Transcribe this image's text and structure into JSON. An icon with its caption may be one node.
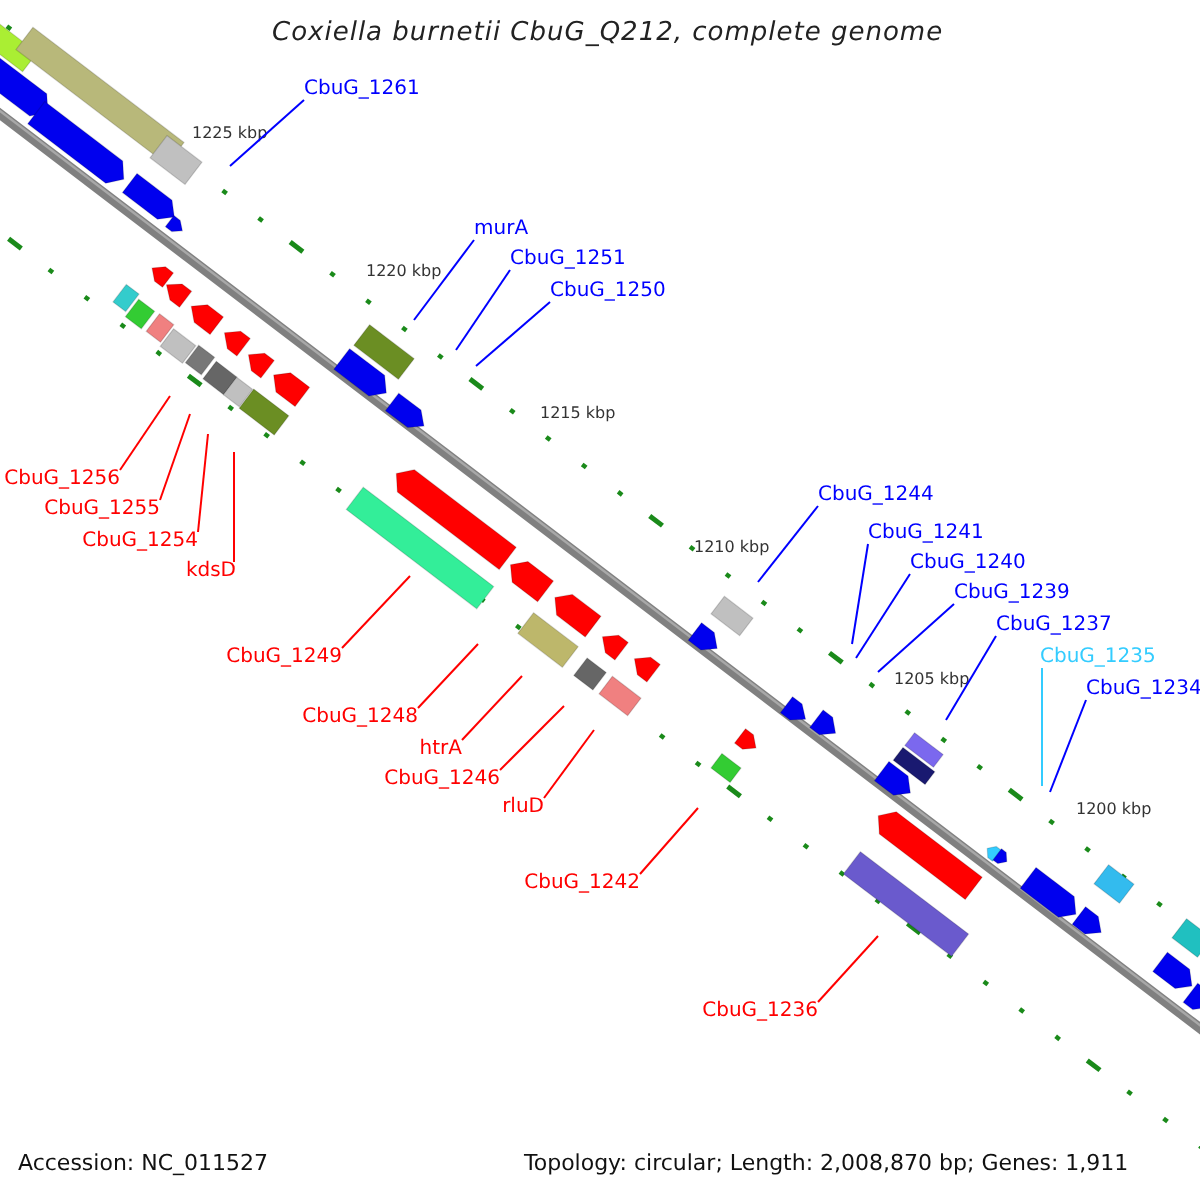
{
  "diagram": {
    "title": "Coxiella burnetii CbuG_Q212, complete genome",
    "nodes": [
      {
        "text": [
          "CbuG_1261"
        ]
      },
      {
        "text": [
          "murA"
        ]
      },
      {
        "text": [
          "CbuG_1251"
        ]
      },
      {
        "text": [
          "CbuG_1250"
        ]
      },
      {
        "text": [
          "CbuG_1256"
        ]
      },
      {
        "text": [
          "CbuG_1244"
        ]
      },
      {
        "text": [
          "CbuG_1255"
        ]
      },
      {
        "text": [
          "CbuG_1241"
        ]
      },
      {
        "text": [
          "CbuG_1254"
        ]
      },
      {
        "text": [
          "CbuG_1240"
        ]
      },
      {
        "text": [
          "kdsD"
        ]
      },
      {
        "text": [
          "CbuG_1239"
        ]
      },
      {
        "text": [
          "CbuG_1237"
        ]
      },
      {
        "text": [
          "CbuG_1249"
        ]
      },
      {
        "text": [
          "CbuG_1235"
        ]
      },
      {
        "text": [
          "CbuG_1234"
        ]
      },
      {
        "text": [
          "CbuG_1248"
        ]
      },
      {
        "text": [
          "htrA"
        ]
      },
      {
        "text": [
          "CbuG_1246"
        ]
      },
      {
        "text": [
          "rluD"
        ]
      },
      {
        "text": [
          "CbuG_1242"
        ]
      },
      {
        "text": [
          "CbuG_1236"
        ]
      }
    ],
    "edges": [
      {
        "from": 0,
        "to": null,
        "arrow": "none",
        "color": "#0000ff"
      },
      {
        "from": 1,
        "to": null,
        "arrow": "none",
        "color": "#0000ff"
      },
      {
        "from": 2,
        "to": null,
        "arrow": "none",
        "color": "#0000ff"
      },
      {
        "from": 3,
        "to": null,
        "arrow": "none",
        "color": "#0000ff"
      },
      {
        "from": 4,
        "to": null,
        "arrow": "none"
      },
      {
        "from": 5,
        "to": null,
        "arrow": "none",
        "color": "#0000ff"
      },
      {
        "from": 6,
        "to": null,
        "arrow": "none"
      },
      {
        "from": 7,
        "to": null,
        "arrow": "none",
        "color": "#0000ff"
      },
      {
        "from": 8,
        "to": null,
        "arrow": "none"
      },
      {
        "from": 9,
        "to": null,
        "arrow": "none",
        "color": "#0000ff"
      },
      {
        "from": 10,
        "to": null,
        "arrow": "none"
      },
      {
        "from": 11,
        "to": null,
        "arrow": "none",
        "color": "#0000ff"
      },
      {
        "from": 12,
        "to": null,
        "arrow": "none",
        "color": "#0000ff"
      },
      {
        "from": 13,
        "to": null,
        "arrow": "none"
      },
      {
        "from": 14,
        "to": null,
        "arrow": "none",
        "color": "#33ccff"
      },
      {
        "from": 15,
        "to": null,
        "arrow": "none",
        "color": "#0000ff"
      },
      {
        "from": 16,
        "to": null,
        "arrow": "none"
      },
      {
        "from": 17,
        "to": null,
        "arrow": "none"
      },
      {
        "from": 18,
        "to": null,
        "arrow": "none"
      },
      {
        "from": 19,
        "to": null,
        "arrow": "none"
      },
      {
        "from": 20,
        "to": null,
        "arrow": "none"
      },
      {
        "from": 21,
        "to": null,
        "arrow": "none"
      }
    ],
    "labels": [
      "1225 kbp",
      "1220 kbp",
      "1215 kbp",
      "1210 kbp",
      "1205 kbp",
      "1200 kbp",
      "Accession: NC_011527",
      "Topology: circular; Length: 2,008,870 bp; Genes: 1,911"
    ]
  }
}
